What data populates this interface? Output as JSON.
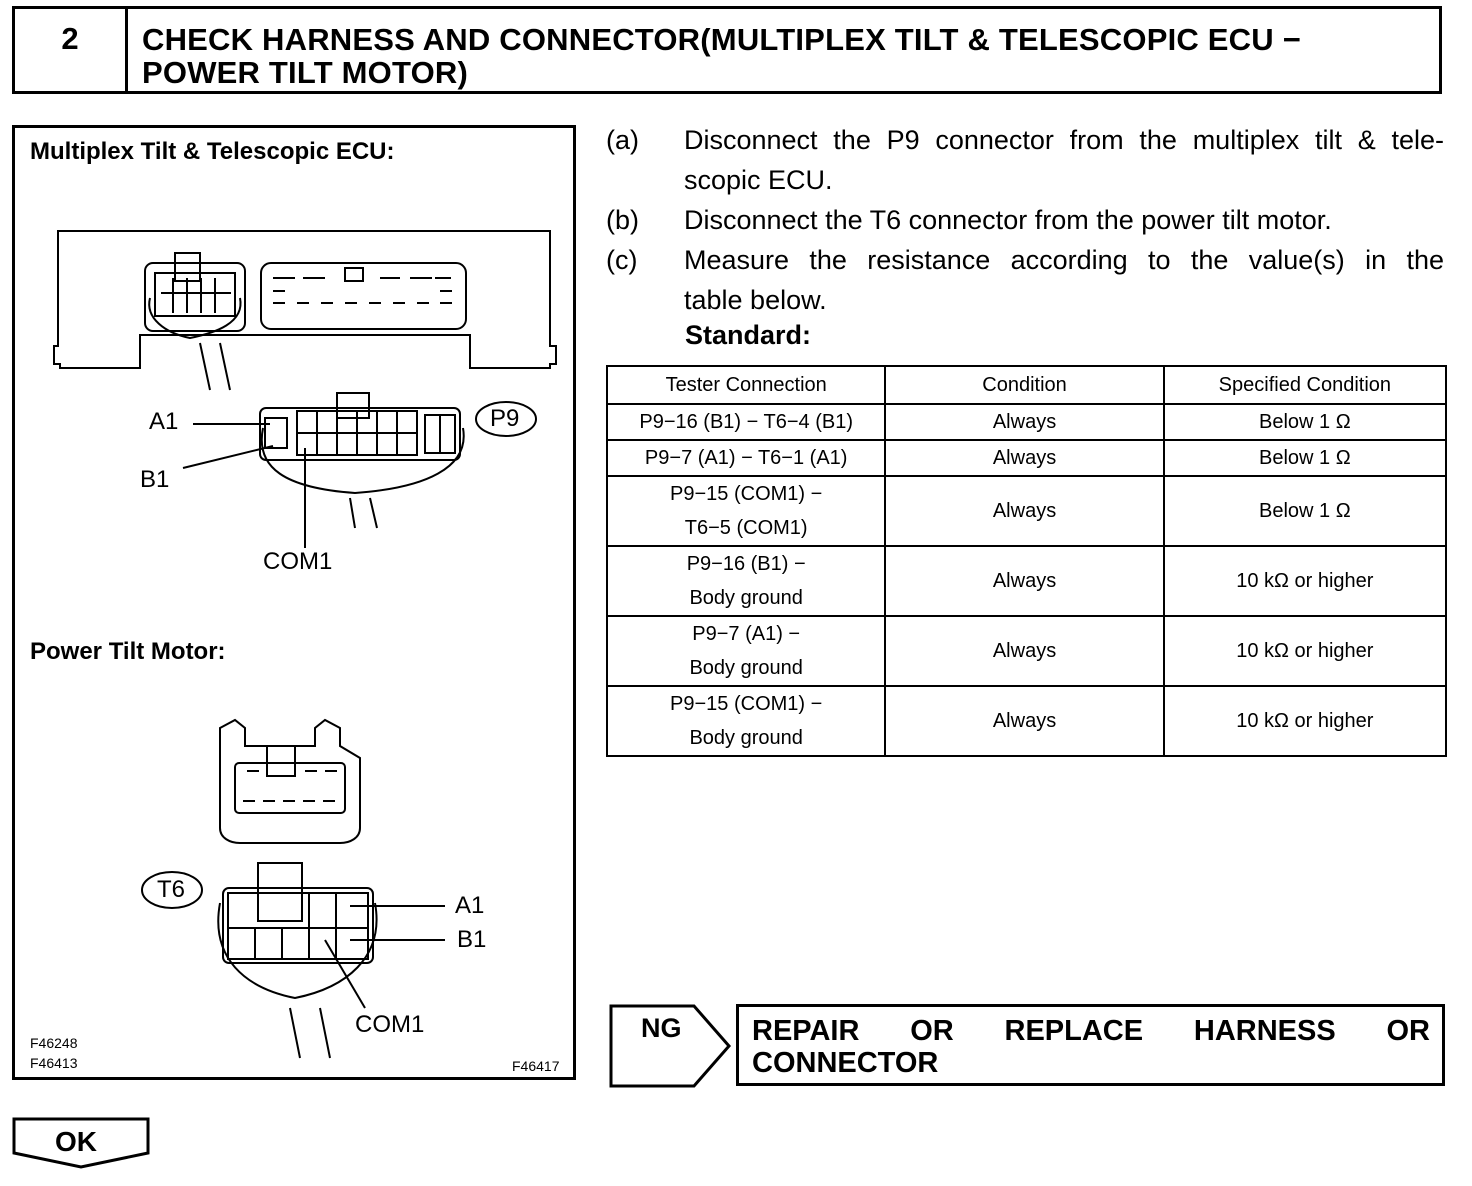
{
  "header": {
    "step_number": "2",
    "title_line1": "CHECK HARNESS AND CONNECTOR(MULTIPLEX TILT & TELESCOPIC ECU −",
    "title_line2": "POWER TILT MOTOR)"
  },
  "figure": {
    "ecu_title": "Multiplex Tilt & Telescopic ECU:",
    "motor_title": "Power Tilt Motor:",
    "ecu_labels": {
      "a1": "A1",
      "b1": "B1",
      "com1": "COM1",
      "connector": "P9"
    },
    "motor_labels": {
      "a1": "A1",
      "b1": "B1",
      "com1": "COM1",
      "connector": "T6"
    },
    "codes": {
      "code1": "F46248",
      "code2": "F46413",
      "code3": "F46417"
    }
  },
  "steps": [
    {
      "mark": "(a)",
      "text": "Disconnect the P9 connector from the multiplex tilt & tele-",
      "text2": "scopic ECU."
    },
    {
      "mark": "(b)",
      "text": "Disconnect the T6 connector from the power tilt motor."
    },
    {
      "mark": "(c)",
      "text": "Measure the resistance according to the value(s) in the",
      "text2": "table below."
    }
  ],
  "standard_label": "Standard:",
  "table": {
    "headers": [
      "Tester Connection",
      "Condition",
      "Specified Condition"
    ],
    "rows": [
      {
        "conn1": "P9−16 (B1) − T6−4 (B1)",
        "conn2": "",
        "condition": "Always",
        "spec": "Below 1 Ω"
      },
      {
        "conn1": "P9−7 (A1) − T6−1 (A1)",
        "conn2": "",
        "condition": "Always",
        "spec": "Below 1 Ω"
      },
      {
        "conn1": "P9−15 (COM1) −",
        "conn2": "T6−5 (COM1)",
        "condition": "Always",
        "spec": "Below 1 Ω"
      },
      {
        "conn1": "P9−16 (B1) −",
        "conn2": "Body ground",
        "condition": "Always",
        "spec": "10 kΩ or higher"
      },
      {
        "conn1": "P9−7 (A1) −",
        "conn2": "Body ground",
        "condition": "Always",
        "spec": "10 kΩ or higher"
      },
      {
        "conn1": "P9−15 (COM1) −",
        "conn2": "Body ground",
        "condition": "Always",
        "spec": "10 kΩ or higher"
      }
    ]
  },
  "ng": {
    "label": "NG",
    "words": [
      "REPAIR",
      "OR",
      "REPLACE",
      "HARNESS",
      "OR"
    ],
    "line2": "CONNECTOR"
  },
  "ok": {
    "label": "OK"
  }
}
